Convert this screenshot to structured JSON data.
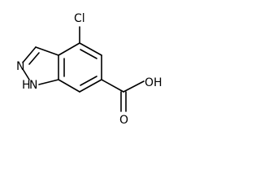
{
  "molecule": {
    "atom_labels": {
      "cl": "Cl",
      "n2": "N",
      "n1": "N",
      "h": "H",
      "oh": "OH",
      "o": "O"
    },
    "colors": {
      "bond": "#000000",
      "label": "#000000",
      "background": "#ffffff"
    }
  }
}
